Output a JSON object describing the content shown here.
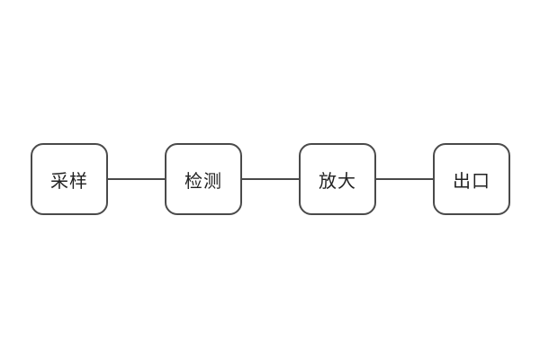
{
  "canvas": {
    "background": "#ffffff"
  },
  "diagram": {
    "type": "flowchart",
    "direction": "left-to-right",
    "nodes": [
      {
        "label": "采样"
      },
      {
        "label": "检测"
      },
      {
        "label": "放大"
      },
      {
        "label": "出口"
      }
    ],
    "connections": [
      {
        "from": "采样",
        "to": "检测",
        "style": "plain-line"
      },
      {
        "from": "检测",
        "to": "放大",
        "style": "plain-line"
      },
      {
        "from": "放大",
        "to": "出口",
        "style": "plain-line"
      }
    ],
    "colors": {
      "node_border": "#4a4a4a",
      "node_fill": "#ffffff",
      "text": "#222222",
      "connector": "#4a4a4a"
    }
  }
}
